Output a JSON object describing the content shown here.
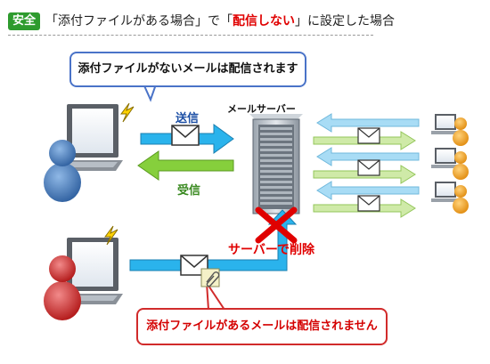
{
  "header": {
    "badge": "安全",
    "title_part1": "「添付ファイルがある場合」で「",
    "title_highlight": "配信しない",
    "title_part2": "」に設定した場合"
  },
  "callouts": {
    "no_attachment": "添付ファイルがないメールは配信されます",
    "with_attachment": "添付ファイルがあるメールは配信されません"
  },
  "labels": {
    "send": "送信",
    "receive": "受信",
    "server": "メールサーバー",
    "deleted": "サーバーで削除"
  },
  "colors": {
    "send_arrow": "#2ab3ec",
    "receive_arrow": "#86cf3c",
    "delete_mark": "#e00000",
    "badge": "#2e9b2e"
  },
  "icons": [
    "laptop-icon",
    "person-icon",
    "lightning-icon",
    "server-icon",
    "envelope-icon",
    "paperclip-icon",
    "delete-x-icon"
  ]
}
